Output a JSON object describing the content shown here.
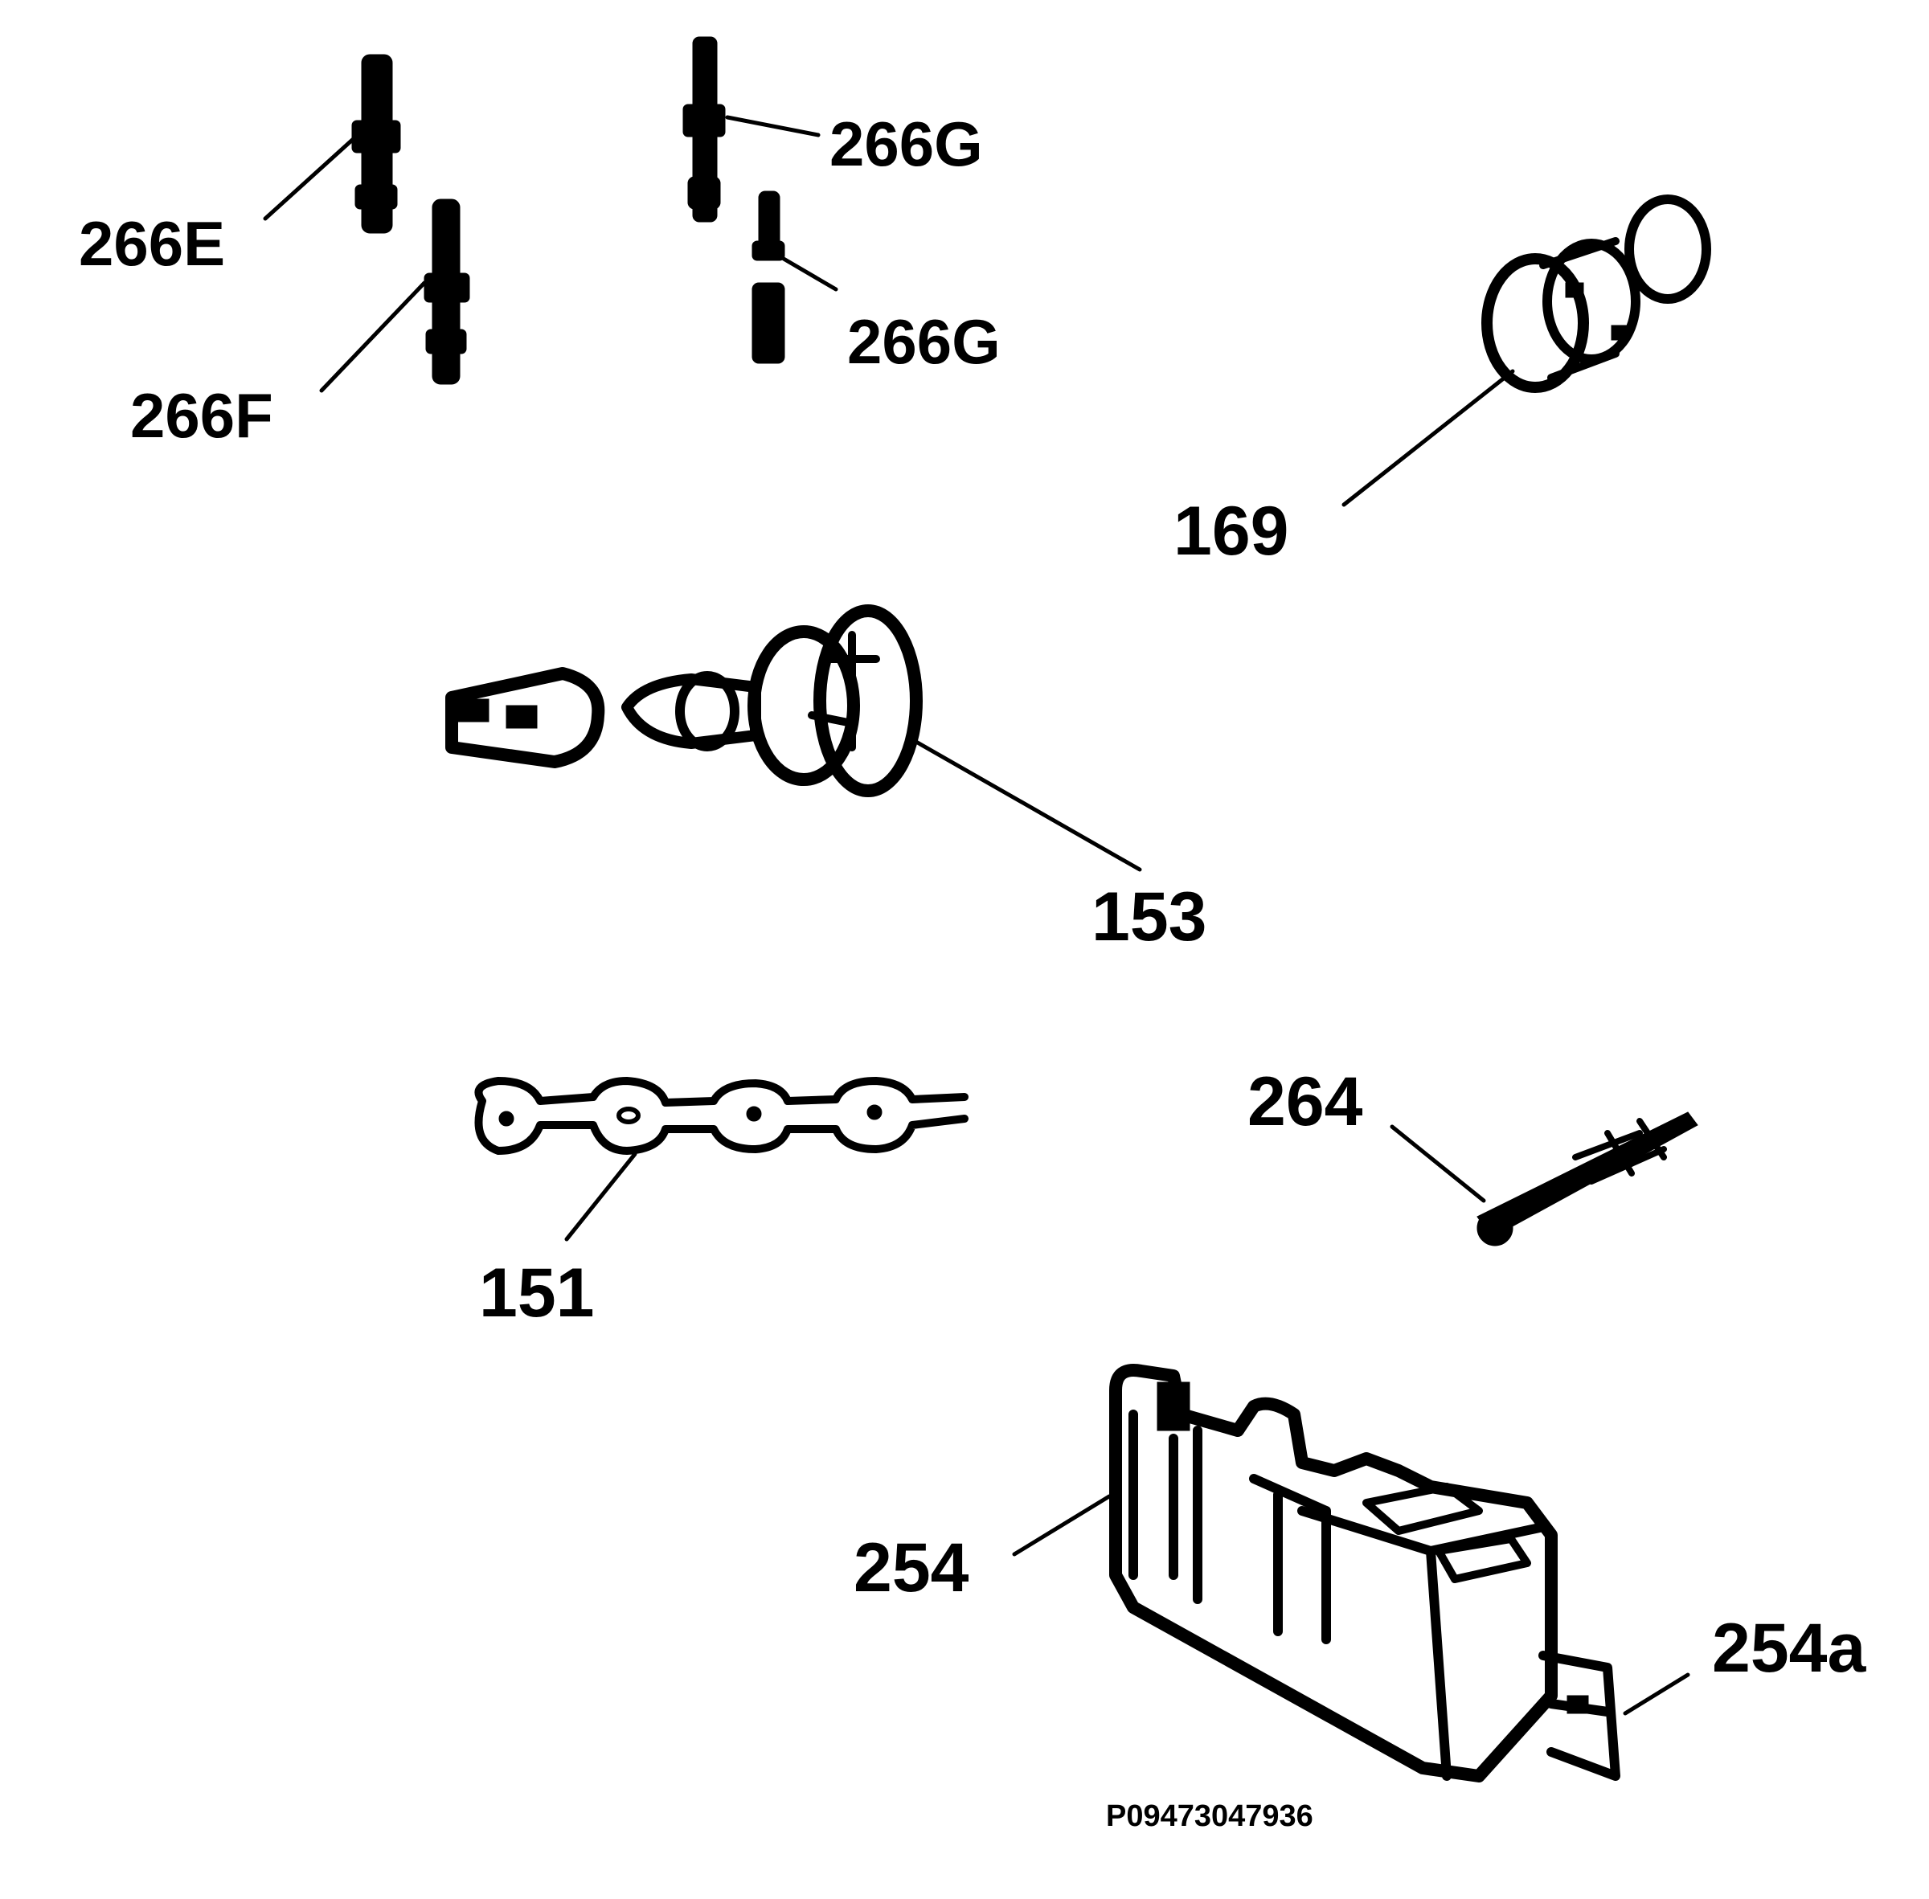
{
  "labels": {
    "l266e": "266E",
    "l266f": "266F",
    "l266g_top": "266G",
    "l266g_bottom": "266G",
    "l169": "169",
    "l153": "153",
    "l151": "151",
    "l264": "264",
    "l254": "254",
    "l254a": "254a"
  },
  "drawing_code": "P09473047936"
}
